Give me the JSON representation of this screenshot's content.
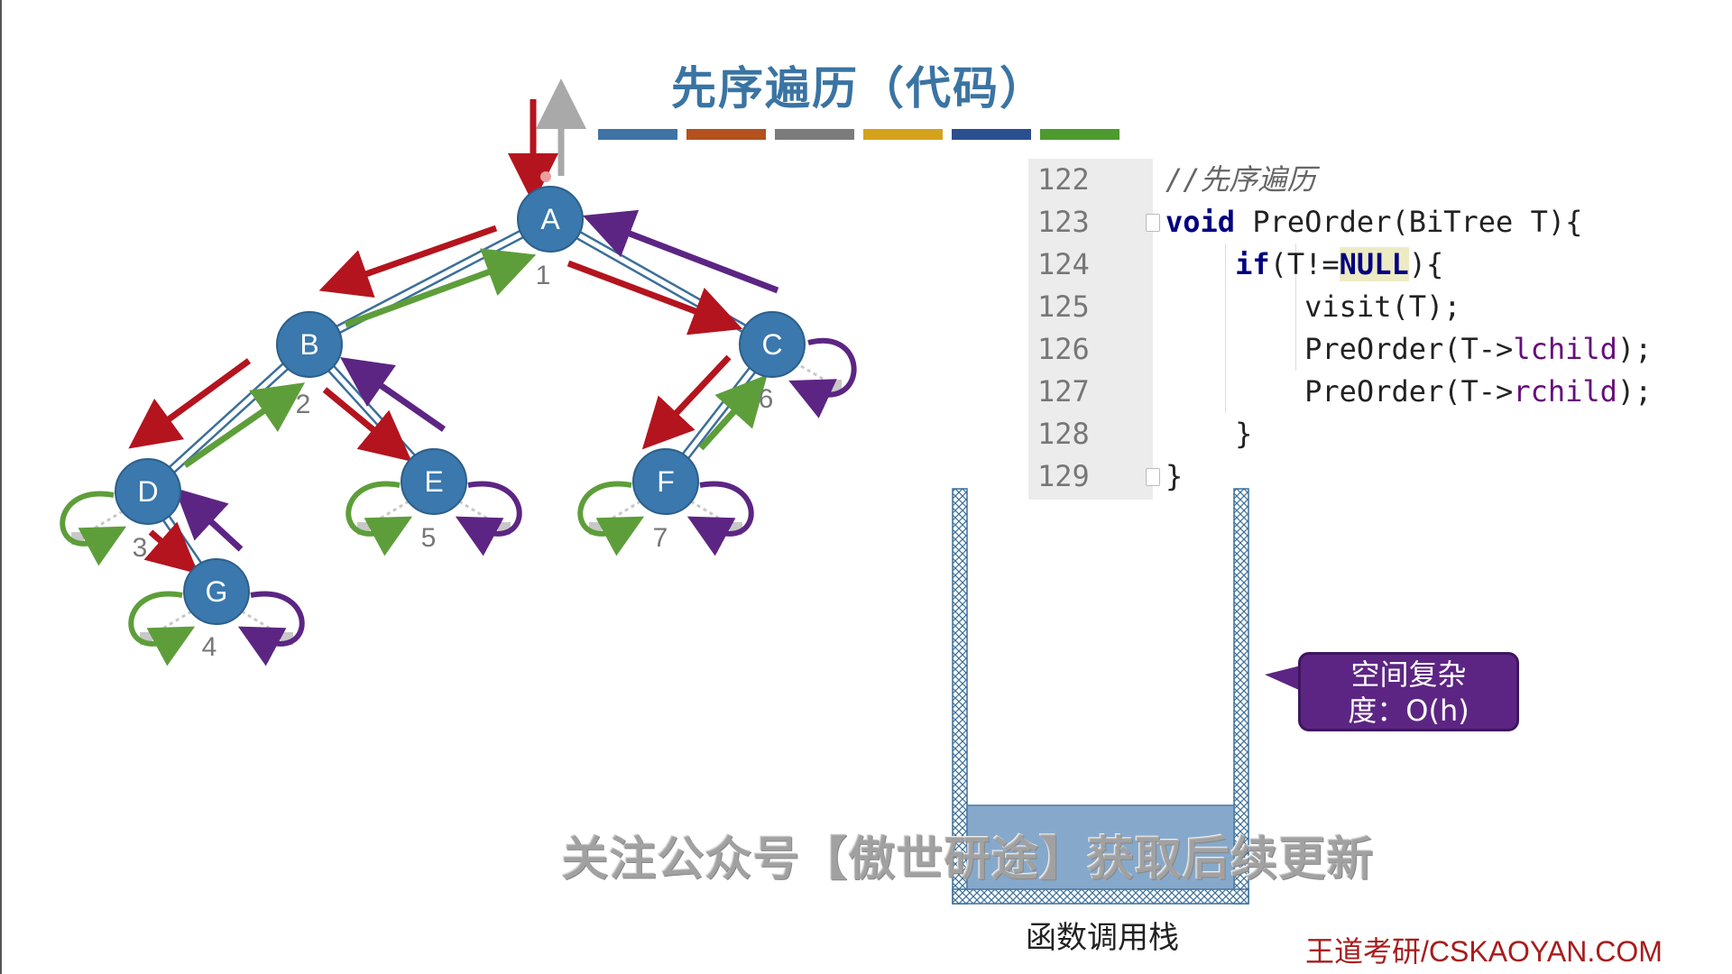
{
  "title": "先序遍历（代码）",
  "color_bar": [
    "#3f73a5",
    "#b3521e",
    "#7b7b7b",
    "#d4a31b",
    "#2a4f8e",
    "#4d9a2e"
  ],
  "colors": {
    "node_fill": "#3a78ad",
    "edge": "#3b6f9a",
    "arrow_down": "#b4141e",
    "arrow_up": "#5d9e3a",
    "arrow_return": "#5c2583",
    "arrow_entry_up": "#a9a9a9"
  },
  "tree": {
    "nodes": [
      {
        "id": "A",
        "label": "A",
        "order": "1"
      },
      {
        "id": "B",
        "label": "B",
        "order": "2"
      },
      {
        "id": "C",
        "label": "C",
        "order": "6"
      },
      {
        "id": "D",
        "label": "D",
        "order": "3"
      },
      {
        "id": "E",
        "label": "E",
        "order": "5"
      },
      {
        "id": "F",
        "label": "F",
        "order": "7"
      },
      {
        "id": "G",
        "label": "G",
        "order": "4"
      }
    ],
    "edges": [
      [
        "A",
        "B"
      ],
      [
        "A",
        "C"
      ],
      [
        "B",
        "D"
      ],
      [
        "B",
        "E"
      ],
      [
        "C",
        "F"
      ],
      [
        "D",
        "G"
      ]
    ]
  },
  "code": {
    "lines": [
      {
        "num": "122",
        "text": "//先序遍历"
      },
      {
        "num": "123",
        "text": "void PreOrder(BiTree T){"
      },
      {
        "num": "124",
        "text": "    if(T!=NULL){"
      },
      {
        "num": "125",
        "text": "        visit(T);"
      },
      {
        "num": "126",
        "text": "        PreOrder(T->lchild);"
      },
      {
        "num": "127",
        "text": "        PreOrder(T->rchild);"
      },
      {
        "num": "128",
        "text": "    }"
      },
      {
        "num": "129",
        "text": "}"
      }
    ]
  },
  "stack": {
    "label": "函数调用栈"
  },
  "bubble": {
    "line1": "空间复杂",
    "line2": "度：O(h)"
  },
  "watermark": "关注公众号【傲世研途】获取后续更新",
  "brand": "王道考研/CSKAOYAN.COM"
}
